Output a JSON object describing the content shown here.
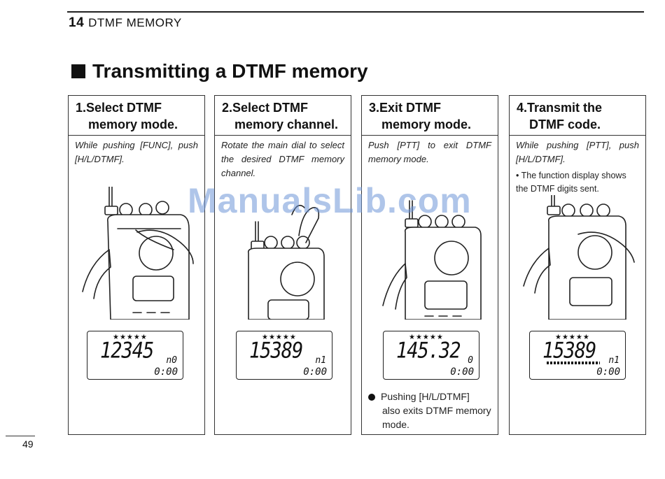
{
  "header": {
    "section_number": "14",
    "section_title": "DTMF MEMORY"
  },
  "title": "Transmitting a DTMF memory",
  "panels": [
    {
      "step_line1": "1.Select DTMF",
      "step_line2": "memory mode.",
      "description": "While pushing [FUNC], push [H/L/DTMF].",
      "display": {
        "stars": "★★★★★",
        "digits": "12345",
        "channel": "n0",
        "time": "0:00"
      }
    },
    {
      "step_line1": "2.Select DTMF",
      "step_line2": "memory channel.",
      "description": "Rotate the main dial to select the desired DTMF memory channel.",
      "display": {
        "stars": "★★★★★",
        "digits": "15389",
        "channel": "n1",
        "time": "0:00"
      }
    },
    {
      "step_line1": "3.Exit DTMF",
      "step_line2": "memory mode.",
      "description": "Push [PTT] to exit DTMF memory mode.",
      "display": {
        "stars": "★★★★★",
        "digits": "145.32",
        "channel": "0",
        "time": "0:00"
      },
      "note_line1": "Pushing [H/L/DTMF]",
      "note_line2": "also exits DTMF memory",
      "note_line3": "mode."
    },
    {
      "step_line1": "4.Transmit the",
      "step_line2": "DTMF code.",
      "description": "While pushing [PTT], push [H/L/DTMF].",
      "bullet": "• The function display shows the DTMF digits sent.",
      "display": {
        "stars": "★★★★★",
        "digits": "15389",
        "channel": "n1",
        "time": "0:00"
      }
    }
  ],
  "page_number": "49",
  "watermark": "ManualsLib.com"
}
